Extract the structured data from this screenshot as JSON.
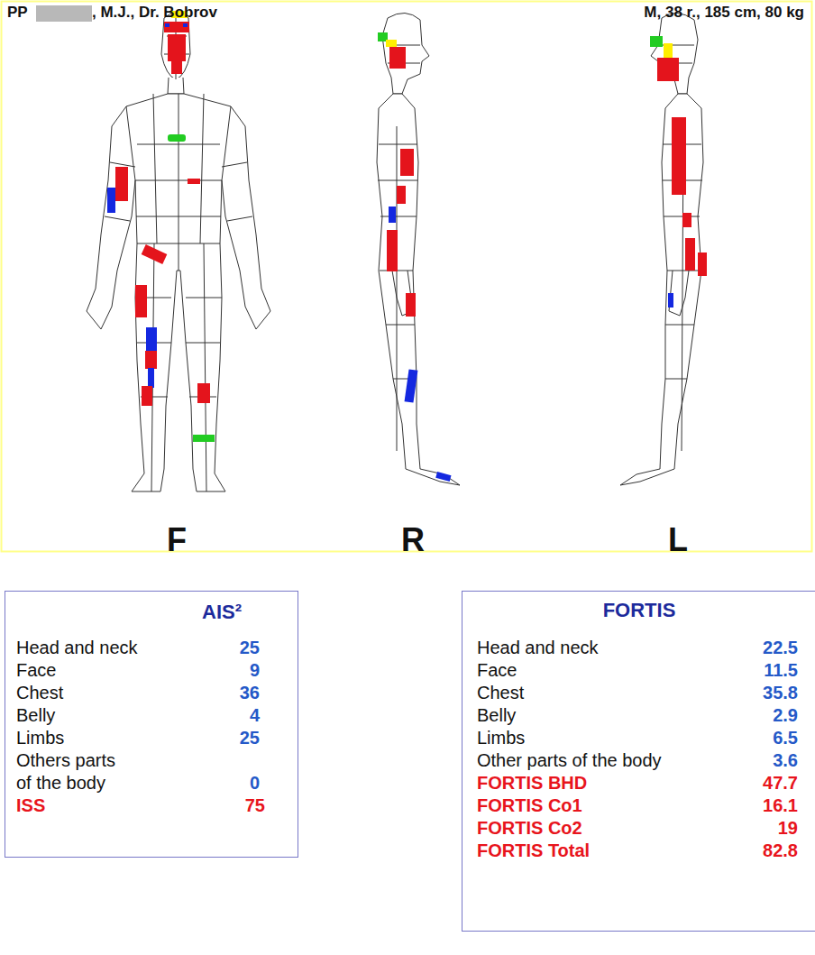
{
  "diagram": {
    "nodes": [
      {
        "text": [
          "AIS²",
          "Head and neck",
          "25",
          "Face",
          "9",
          "Chest",
          "36",
          "Belly",
          "4",
          "Limbs",
          "25",
          "Others parts of the body",
          "0",
          "ISS",
          "75"
        ]
      },
      {
        "text": [
          "FORTIS",
          "Head and neck",
          "22.5",
          "Face",
          "11.5",
          "Chest",
          "35.8",
          "Belly",
          "2.9",
          "Limbs",
          "6.5",
          "Other parts of the body",
          "3.6",
          "FORTIS BHD",
          "47.7",
          "FORTIS Co1",
          "16.1",
          "FORTIS Co2",
          "19",
          "FORTIS Total",
          "82.8"
        ]
      }
    ],
    "labels": [
      "PP",
      ", M.J., Dr. Bobrov",
      "M, 38 r., 185 cm, 80 kg",
      "F",
      "R",
      "L"
    ]
  }
}
